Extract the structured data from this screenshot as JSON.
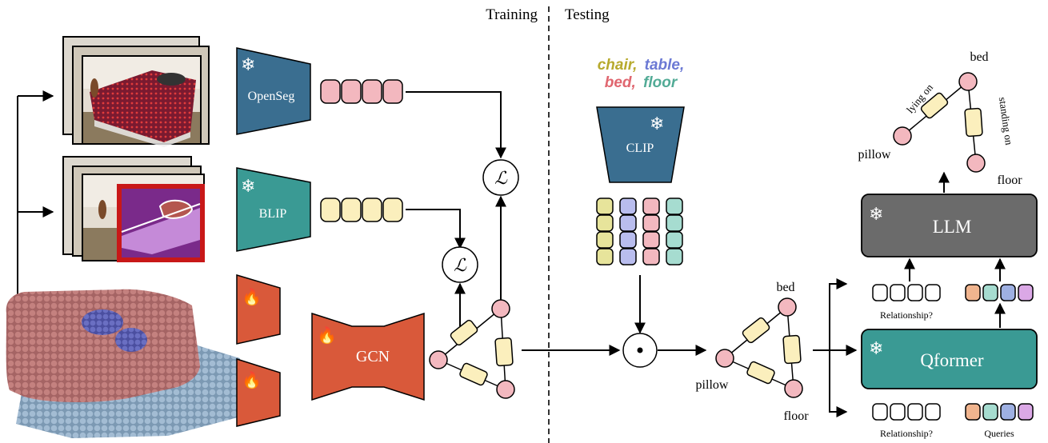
{
  "header": {
    "training": "Training",
    "testing": "Testing"
  },
  "encoders": {
    "openseg": "OpenSeg",
    "blip": "BLIP",
    "gcn": "GCN",
    "clip": "CLIP",
    "llm": "LLM",
    "qformer": "Qformer"
  },
  "loss_symbol": "ℒ",
  "dot_symbol": "⊙",
  "classes": [
    {
      "text": "chair,",
      "color": "#b7aa2e"
    },
    {
      "text": "table,",
      "color": "#6b79d4"
    },
    {
      "text": "bed,",
      "color": "#e0666f"
    },
    {
      "text": "floor",
      "color": "#52ab96"
    }
  ],
  "graph_mid": {
    "bed": "bed",
    "pillow": "pillow",
    "floor": "floor"
  },
  "graph_top": {
    "bed": "bed",
    "pillow": "pillow",
    "floor": "floor",
    "lying_on": "lying on",
    "standing_on": "standing on"
  },
  "prompt_labels": {
    "relationship_top": "Relationship?",
    "relationship_bottom": "Relationship?",
    "queries": "Queries"
  },
  "colors": {
    "openseg": "#3a6e90",
    "blip": "#3a9a94",
    "trainable": "#d9593a",
    "llm": "#6b6b6b",
    "node": "#f3b8bf",
    "edge": "#fbefbd",
    "feat_pink": "#f3b8bf",
    "feat_yellow": "#fbefbd",
    "clip_yellow": "#e7e49b",
    "clip_blue": "#b9bdee",
    "clip_red": "#f3b8bf",
    "clip_green": "#a6dcd0",
    "q_orange": "#f0b48e",
    "q_teal": "#a6dcd0",
    "q_blue": "#9eb0e2",
    "q_purple": "#dba8e6"
  }
}
